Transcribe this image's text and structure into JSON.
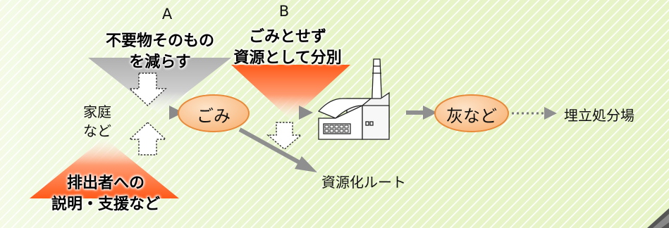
{
  "colors": {
    "background": "#e6f4c8",
    "stripe": "#ffffff",
    "circle_fill": "#fbc99a",
    "circle_stroke": "#e88a3a",
    "arrow": "#8f8f8f",
    "funnel_gray": "#bdbdbd",
    "funnel_orange": "#ff5a1a"
  },
  "labels": {
    "option_a": "A",
    "option_b": "B",
    "a_line1": "不要物そのもの",
    "a_line2": "を減らす",
    "b_line1": "ごみとせず",
    "b_line2": "資源として分別",
    "household_line1": "家庭",
    "household_line2": "など",
    "garbage": "ごみ",
    "ash": "灰など",
    "landfill": "埋立処分場",
    "recycle_route": "資源化ルート",
    "discharger_line1": "排出者への",
    "discharger_line2": "説明・支援など",
    "factory_sign": "□□",
    "factory_windows": "□□□□□"
  },
  "icons": {
    "factory": "incineration-plant-icon",
    "down_arrow": "outlined-down-arrow-icon",
    "up_arrow": "outlined-up-arrow-icon",
    "corner": "page-curl-icon"
  }
}
